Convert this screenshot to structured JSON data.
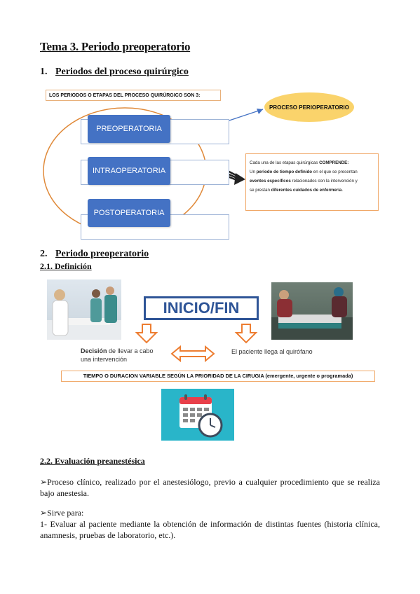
{
  "page_title": "Tema 3. Periodo preoperatorio",
  "section1": {
    "number": "1.",
    "title": "Periodos del proceso quirúrgico"
  },
  "diagram1": {
    "header": "LOS PERIODOS O ETAPAS DEL PROCESO QUIRÚRGICO SON 3:",
    "stages": [
      "PREOPERATORIA",
      "INTRAOPERATORIA",
      "POSTOPERATORIA"
    ],
    "oval_label": "PROCESO PERIOPERATORIO",
    "note": {
      "line1_pre": "Cada una de las etapas quirúrgicas ",
      "line1_bold": "COMPRENDE:",
      "line2_pre": "Un ",
      "line2_bold": "periodo de tiempo definido",
      "line2_post": " en el que se presentan",
      "line3_bold": "eventos específicos",
      "line3_post": " relacionados con la intervención y",
      "line4_pre": "se prestan ",
      "line4_bold": "diferentes cuidados de enfermería",
      "line4_post": "."
    },
    "colors": {
      "box": "#4472c4",
      "oval": "#fad36b",
      "ellipse": "#e08a3a",
      "note_border": "#f0a868"
    }
  },
  "section2": {
    "number": "2.",
    "title": "Periodo preoperatorio"
  },
  "sub21": {
    "title": "2.1. Definición"
  },
  "diagram2": {
    "center_label": "INICIO/FIN",
    "left_caption_bold": "Decisión",
    "left_caption_rest": " de llevar a cabo una intervención",
    "right_caption": "El paciente llega al quirófano",
    "banner": "TIEMPO O DURACION VARIABLE SEGÚN LA PRIORIDAD DE LA CIRUGIA (emergente, urgente o programada)",
    "icon": "calendar-clock-icon",
    "colors": {
      "title_box": "#2f5597",
      "arrows": "#ed7d31",
      "tile": "#29b5c9"
    }
  },
  "sub22": {
    "title": "2.2. Evaluación preanestésica"
  },
  "bullets": [
    "Proceso clínico, realizado por el anestesiólogo, previo a cualquier procedimiento que se realiza bajo anestesia.",
    "Sirve para:"
  ],
  "item1": "1- Evaluar al paciente mediante la obtención de información de distintas fuentes (historia clínica, anamnesis, pruebas de laboratorio, etc.).",
  "bullet_glyph": "➢"
}
